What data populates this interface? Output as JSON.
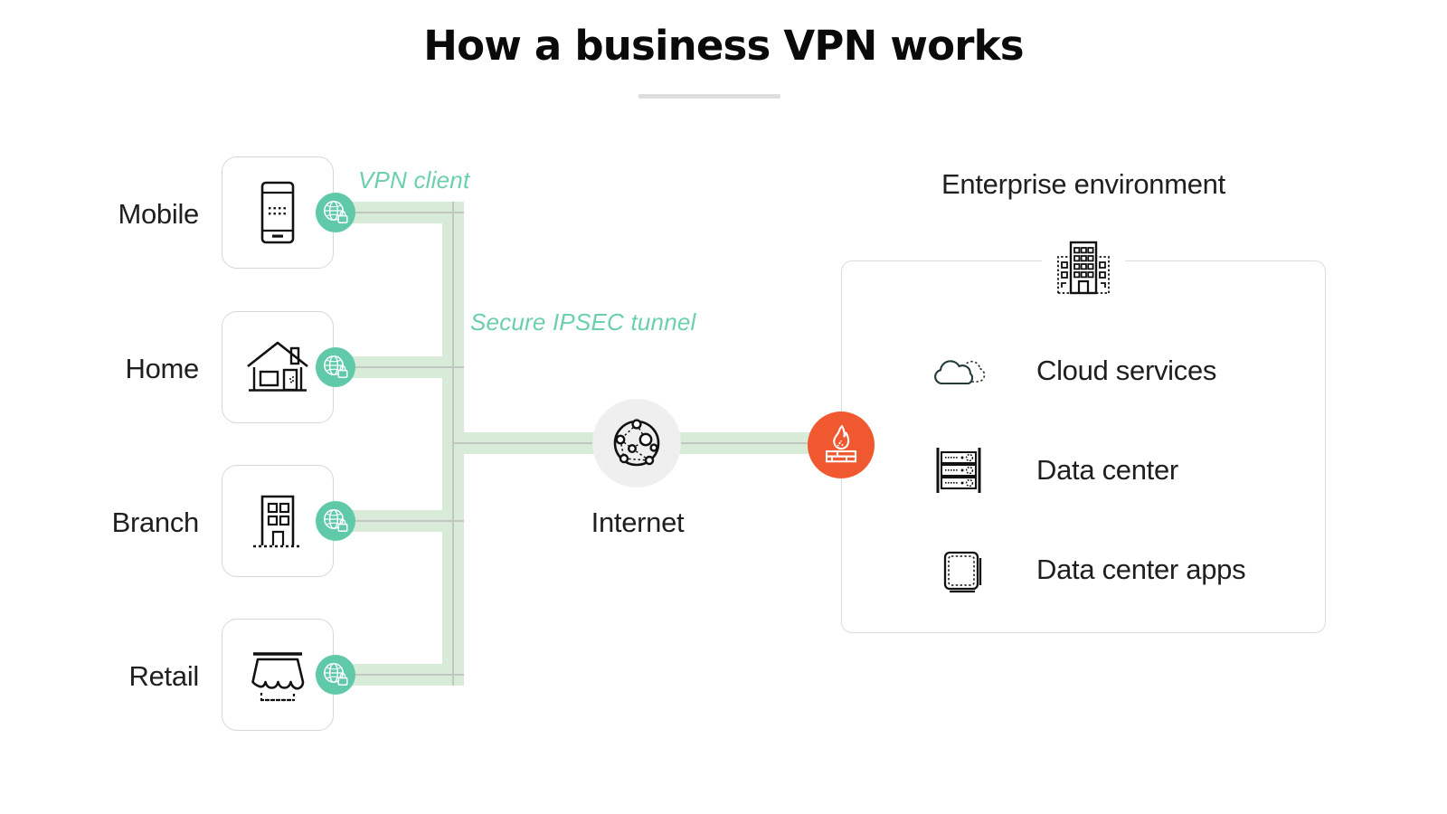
{
  "header": {
    "title": "How a business VPN works",
    "rule_color": "#dedede"
  },
  "colors": {
    "vpn_badge_green": "#5fc9a8",
    "tunnel_fill": "#d8ebd9",
    "tunnel_line": "#c2c6c0",
    "annotation_green": "#6ccfad",
    "firewall_orange": "#f0592f",
    "internet_gray": "#efefef",
    "box_border": "#d6d6d6",
    "panel_border": "#dcdcdc",
    "text": "#1f1f1f",
    "title_text": "#0a0a0a"
  },
  "annotations": {
    "vpn_client": "VPN client",
    "secure_tunnel": "Secure IPSEC tunnel"
  },
  "endpoints": [
    {
      "label": "Mobile",
      "icon": "mobile-phone-icon",
      "badge": "vpn-client-globe-lock-icon"
    },
    {
      "label": "Home",
      "icon": "house-icon",
      "badge": "vpn-client-globe-lock-icon"
    },
    {
      "label": "Branch",
      "icon": "office-building-icon",
      "badge": "vpn-client-globe-lock-icon"
    },
    {
      "label": "Retail",
      "icon": "storefront-awning-icon",
      "badge": "vpn-client-globe-lock-icon"
    }
  ],
  "internet": {
    "label": "Internet",
    "icon": "network-nodes-globe-icon"
  },
  "firewall": {
    "icon": "firewall-flame-brickwall-icon"
  },
  "enterprise": {
    "title": "Enterprise environment",
    "header_icon": "enterprise-building-icon",
    "items": [
      {
        "label": "Cloud services",
        "icon": "cloud-icon"
      },
      {
        "label": "Data center",
        "icon": "server-rack-icon"
      },
      {
        "label": "Data center apps",
        "icon": "stacked-app-windows-icon"
      }
    ]
  },
  "chart_data": {
    "type": "diagram",
    "title": "How a business VPN works",
    "nodes": [
      {
        "id": "mobile",
        "label": "Mobile",
        "group": "endpoint"
      },
      {
        "id": "home",
        "label": "Home",
        "group": "endpoint"
      },
      {
        "id": "branch",
        "label": "Branch",
        "group": "endpoint"
      },
      {
        "id": "retail",
        "label": "Retail",
        "group": "endpoint"
      },
      {
        "id": "internet",
        "label": "Internet",
        "group": "transit"
      },
      {
        "id": "firewall",
        "label": "",
        "group": "security"
      },
      {
        "id": "cloud_services",
        "label": "Cloud services",
        "group": "enterprise"
      },
      {
        "id": "data_center",
        "label": "Data center",
        "group": "enterprise"
      },
      {
        "id": "data_center_apps",
        "label": "Data center apps",
        "group": "enterprise"
      }
    ],
    "edges": [
      {
        "from": "mobile",
        "to": "internet",
        "label": "Secure IPSEC tunnel"
      },
      {
        "from": "home",
        "to": "internet",
        "label": "Secure IPSEC tunnel"
      },
      {
        "from": "branch",
        "to": "internet",
        "label": "Secure IPSEC tunnel"
      },
      {
        "from": "retail",
        "to": "internet",
        "label": "Secure IPSEC tunnel"
      },
      {
        "from": "internet",
        "to": "firewall",
        "label": ""
      }
    ]
  }
}
